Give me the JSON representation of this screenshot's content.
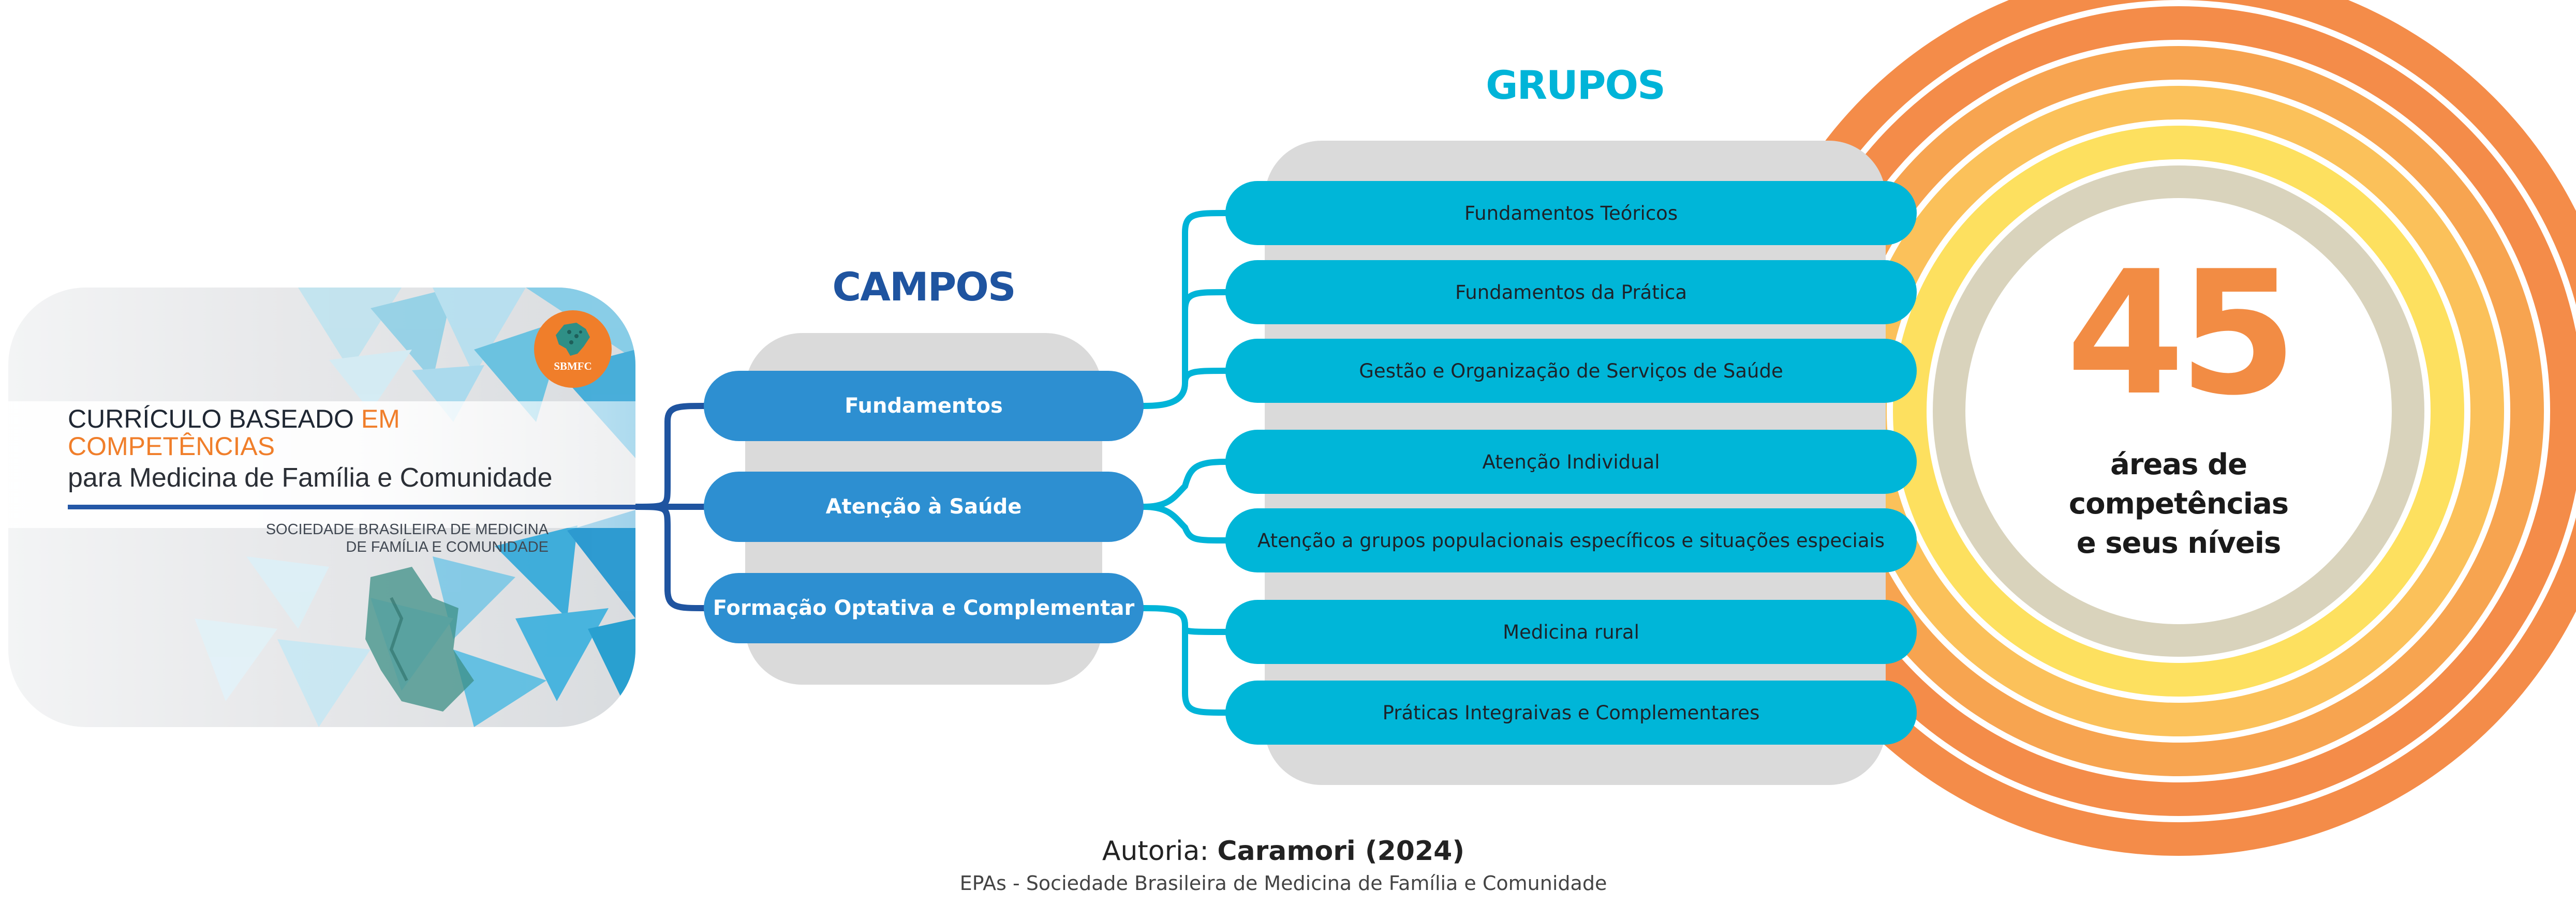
{
  "colors": {
    "campos_title": "#1f54a0",
    "grupos_title": "#00b4d8",
    "campo_pill": "#2d8fd1",
    "grupo_pill": "#00b6d8",
    "connector_cover": "#1f54a0",
    "connector_groups": "#00b4d8",
    "accent_orange": "#f28c44",
    "rings": [
      "#f48c49",
      "#f7a450",
      "#fbc15a",
      "#fde05f",
      "#d9d3bc"
    ]
  },
  "cover": {
    "title_line1": "CURRÍCULO BASEADO ",
    "title_line1_highlight": "EM",
    "title_line2": "COMPETÊNCIAS",
    "title_line3": "para Medicina de Família e Comunidade",
    "org_line1": "SOCIEDADE BRASILEIRA DE MEDICINA",
    "org_line2": "DE FAMÍLIA E COMUNIDADE",
    "logo_text": "SBMFC"
  },
  "campos": {
    "title": "CAMPOS",
    "items": [
      {
        "label": "Fundamentos"
      },
      {
        "label": "Atenção à Saúde"
      },
      {
        "label": "Formação Optativa e Complementar"
      }
    ]
  },
  "grupos": {
    "title": "GRUPOS",
    "items": [
      {
        "label": "Fundamentos Teóricos",
        "campo": 0
      },
      {
        "label": "Fundamentos da Prática",
        "campo": 0
      },
      {
        "label": "Gestão e Organização de Serviços de Saúde",
        "campo": 0
      },
      {
        "label": "Atenção Individual",
        "campo": 1
      },
      {
        "label": "Atenção a grupos populacionais específicos e situações especiais",
        "campo": 1
      },
      {
        "label": "Medicina rural",
        "campo": 2
      },
      {
        "label": "Práticas Integraivas e Complementares",
        "campo": 2
      }
    ]
  },
  "areas": {
    "count": "45",
    "line1": "áreas de",
    "line2": "competências",
    "line3": "e seus níveis"
  },
  "footer": {
    "credit_prefix": "Autoria: ",
    "credit_name": "Caramori (2024)",
    "source": "EPAs - Sociedade Brasileira de Medicina de Família e Comunidade"
  }
}
